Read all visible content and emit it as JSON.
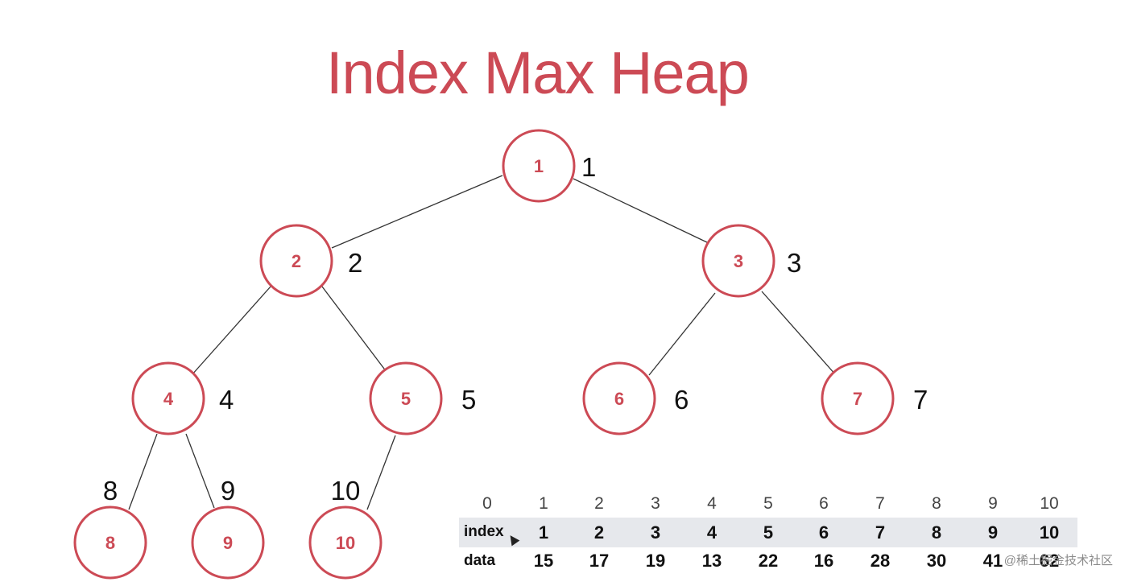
{
  "title": "Index Max Heap",
  "nodes": [
    {
      "value": "1",
      "pos": "1"
    },
    {
      "value": "2",
      "pos": "2"
    },
    {
      "value": "3",
      "pos": "3"
    },
    {
      "value": "4",
      "pos": "4"
    },
    {
      "value": "5",
      "pos": "5"
    },
    {
      "value": "6",
      "pos": "6"
    },
    {
      "value": "7",
      "pos": "7"
    },
    {
      "value": "8",
      "pos": "8"
    },
    {
      "value": "9",
      "pos": "9"
    },
    {
      "value": "10",
      "pos": "10"
    }
  ],
  "table": {
    "positions": [
      "0",
      "1",
      "2",
      "3",
      "4",
      "5",
      "6",
      "7",
      "8",
      "9",
      "10"
    ],
    "index_label": "index",
    "index": [
      "1",
      "2",
      "3",
      "4",
      "5",
      "6",
      "7",
      "8",
      "9",
      "10"
    ],
    "data_label": "data",
    "data": [
      "15",
      "17",
      "19",
      "13",
      "22",
      "16",
      "28",
      "30",
      "41",
      "62"
    ]
  },
  "watermark": "@稀土掘金技术社区",
  "colors": {
    "accent": "#cc4a55",
    "band": "#e6e8ec"
  }
}
